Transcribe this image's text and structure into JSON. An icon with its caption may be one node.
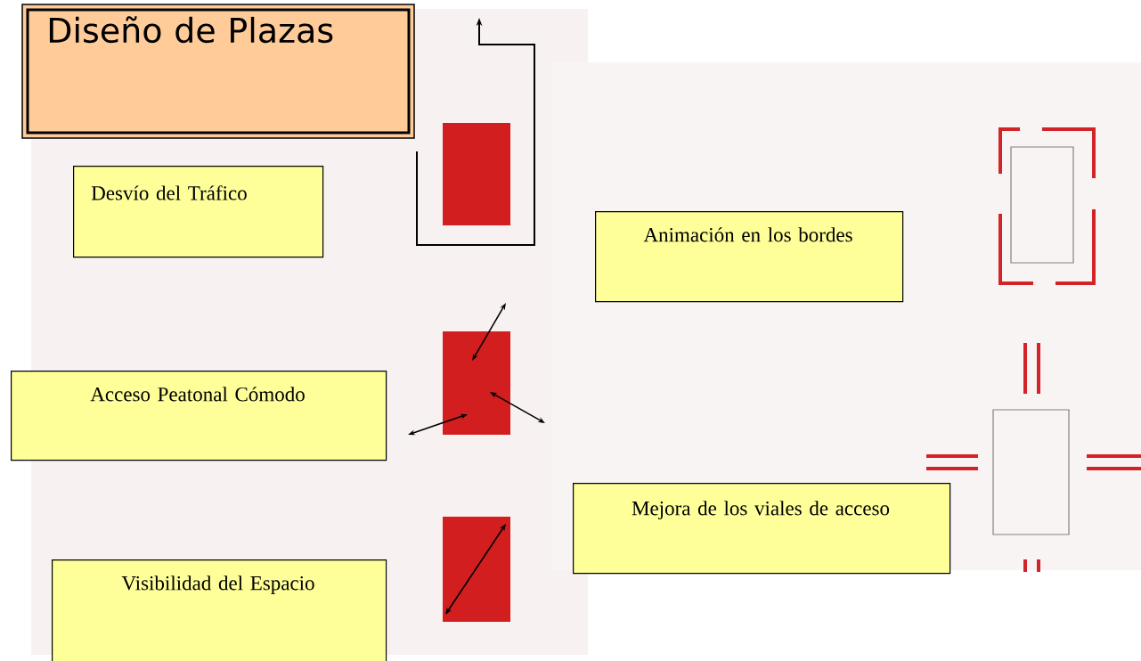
{
  "diagram": {
    "title": "Diseño de Plazas",
    "nodes": [
      {
        "text": [
          "Desvío del Tráfico"
        ]
      },
      {
        "text": [
          "Animación en los bordes"
        ]
      },
      {
        "text": [
          "Acceso Peatonal Cómodo"
        ]
      },
      {
        "text": [
          "Mejora de los viales de acceso"
        ]
      },
      {
        "text": [
          "Visibilidad del Espacio"
        ]
      }
    ]
  }
}
